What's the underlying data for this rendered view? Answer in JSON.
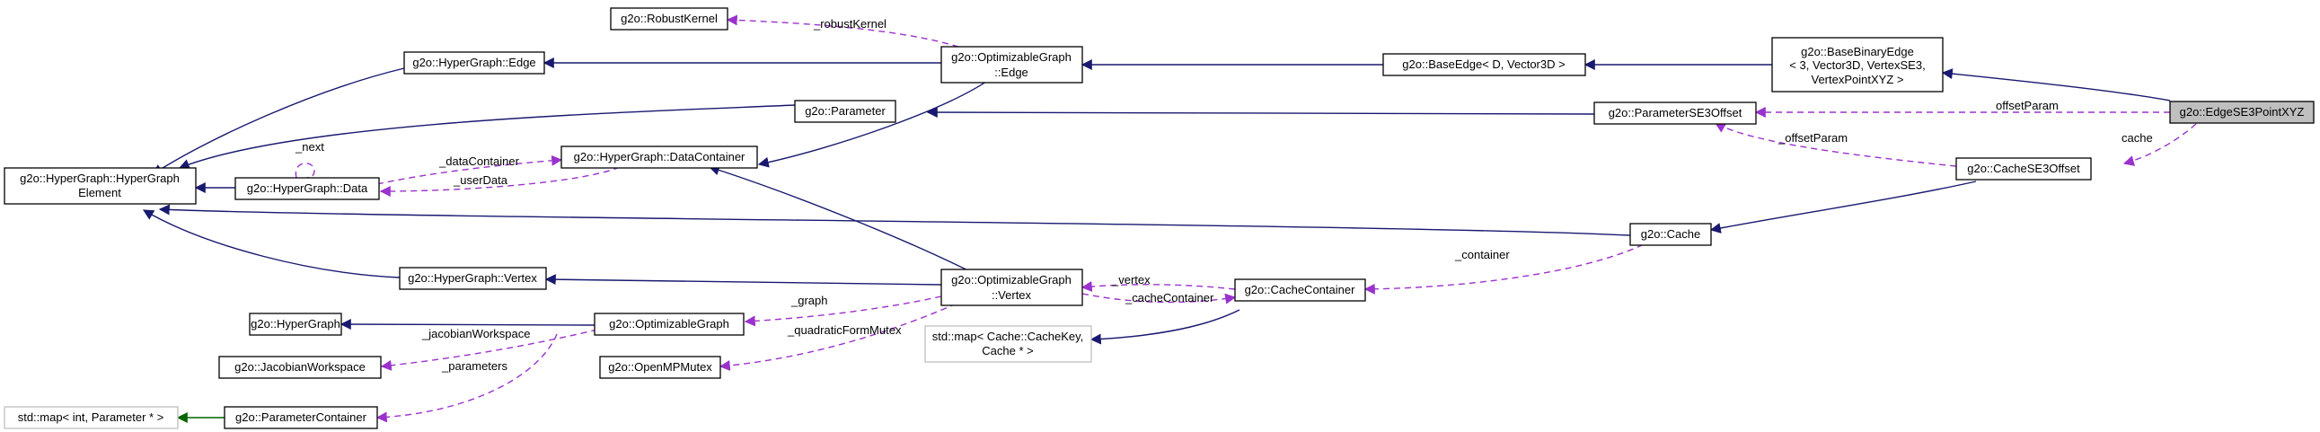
{
  "nodes": {
    "edge_se3_point_xyz": "g2o::EdgeSE3PointXYZ",
    "base_binary_edge": [
      "g2o::BaseBinaryEdge",
      "< 3, Vector3D, VertexSE3,",
      "VertexPointXYZ >"
    ],
    "base_edge": "g2o::BaseEdge< D, Vector3D >",
    "optimizable_graph_edge": [
      "g2o::OptimizableGraph",
      "::Edge"
    ],
    "robust_kernel": "g2o::RobustKernel",
    "hypergraph_edge": "g2o::HyperGraph::Edge",
    "hypergraph_element": [
      "g2o::HyperGraph::HyperGraph",
      "Element"
    ],
    "parameter": "g2o::Parameter",
    "parameter_se3_offset": "g2o::ParameterSE3Offset",
    "cache_se3_offset": "g2o::CacheSE3Offset",
    "hypergraph_data": "g2o::HyperGraph::Data",
    "hypergraph_datacontainer": "g2o::HyperGraph::DataContainer",
    "cache": "g2o::Cache",
    "hypergraph_vertex": "g2o::HyperGraph::Vertex",
    "optimizable_graph_vertex": [
      "g2o::OptimizableGraph",
      "::Vertex"
    ],
    "cache_container": "g2o::CacheContainer",
    "hypergraph": "g2o::HyperGraph",
    "optimizable_graph": "g2o::OptimizableGraph",
    "jacobian_workspace": "g2o::JacobianWorkspace",
    "openmp_mutex": "g2o::OpenMPMutex",
    "std_map_cache": [
      "std::map< Cache::CacheKey,",
      "Cache * >"
    ],
    "std_map_int_param": "std::map< int, Parameter * >",
    "parameter_container": "g2o::ParameterContainer"
  },
  "edge_labels": {
    "robust_kernel": "_robustKernel",
    "offset_param_edge": "offsetParam",
    "offset_param_cache": "_offsetParam",
    "cache": "cache",
    "next": "_next",
    "data_container": "_dataContainer",
    "user_data": "_userData",
    "container": "_container",
    "vertex": "_vertex",
    "cache_container": "_cacheContainer",
    "graph": "_graph",
    "jacobian_workspace": "_jacobianWorkspace",
    "quadratic_form_mutex": "_quadraticFormMutex",
    "parameters": "_parameters"
  },
  "legend_colors": {
    "inheritance": "#191970",
    "private_inheritance": "#006400",
    "usage": "#9a32cd",
    "current_node_fill": "#bfbfbf",
    "external_node_border": "#bfbfbf"
  }
}
